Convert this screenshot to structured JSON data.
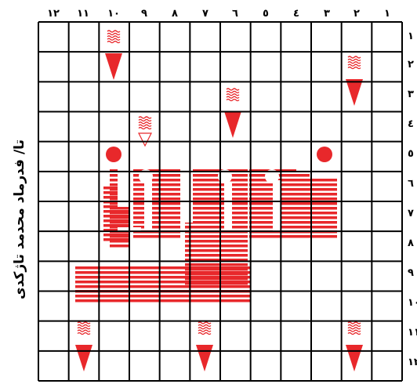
{
  "side_title": "تا/ فدرماد محدمد تاژکدی",
  "column_labels": [
    "١٢",
    "١١",
    "١٠",
    "٩",
    "٨",
    "٧",
    "٦",
    "٥",
    "٤",
    "٣",
    "٢",
    "١"
  ],
  "row_labels": [
    "١",
    "٢",
    "٣",
    "٤",
    "٥",
    "٦",
    "٧",
    "٨",
    "٩",
    "١٠",
    "١١",
    "١٢"
  ],
  "colors": {
    "accent": "#e8282b",
    "grid": "#000000",
    "background": "#ffffff"
  },
  "icons": [
    "arrow-down-icon",
    "wavy-lines-icon",
    "dot-icon",
    "calligraphy-logo"
  ]
}
